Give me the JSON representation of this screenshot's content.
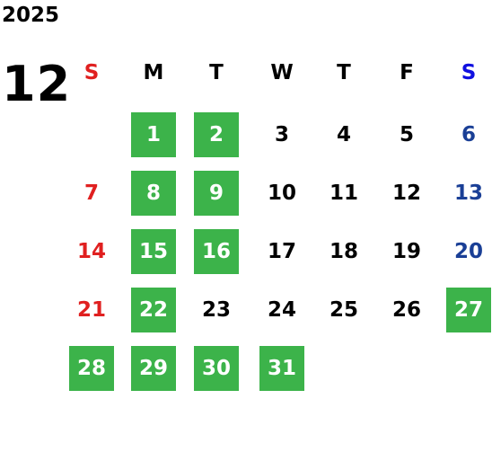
{
  "calendar": {
    "year": "2025",
    "month": "12",
    "colors": {
      "sunday": "#e02020",
      "saturday_header": "#1010e0",
      "saturday": "#1a3f96",
      "weekday": "#000000",
      "highlight_bg": "#3cb34a",
      "highlight_text": "#ffffff"
    },
    "weekdays": [
      {
        "label": "S",
        "kind": "sunday"
      },
      {
        "label": "M",
        "kind": "weekday"
      },
      {
        "label": "T",
        "kind": "weekday"
      },
      {
        "label": "W",
        "kind": "weekday"
      },
      {
        "label": "T",
        "kind": "weekday"
      },
      {
        "label": "F",
        "kind": "weekday"
      },
      {
        "label": "S",
        "kind": "saturday_header"
      }
    ],
    "weeks": [
      [
        null,
        {
          "d": "1",
          "hl": true
        },
        {
          "d": "2",
          "hl": true
        },
        {
          "d": "3"
        },
        {
          "d": "4"
        },
        {
          "d": "5"
        },
        {
          "d": "6"
        }
      ],
      [
        {
          "d": "7"
        },
        {
          "d": "8",
          "hl": true
        },
        {
          "d": "9",
          "hl": true
        },
        {
          "d": "10"
        },
        {
          "d": "11"
        },
        {
          "d": "12"
        },
        {
          "d": "13"
        }
      ],
      [
        {
          "d": "14"
        },
        {
          "d": "15",
          "hl": true
        },
        {
          "d": "16",
          "hl": true
        },
        {
          "d": "17"
        },
        {
          "d": "18"
        },
        {
          "d": "19"
        },
        {
          "d": "20"
        }
      ],
      [
        {
          "d": "21"
        },
        {
          "d": "22",
          "hl": true
        },
        {
          "d": "23"
        },
        {
          "d": "24"
        },
        {
          "d": "25"
        },
        {
          "d": "26"
        },
        {
          "d": "27",
          "hl": true
        }
      ],
      [
        {
          "d": "28",
          "hl": true
        },
        {
          "d": "29",
          "hl": true
        },
        {
          "d": "30",
          "hl": true
        },
        {
          "d": "31",
          "hl": true
        },
        null,
        null,
        null
      ]
    ]
  }
}
